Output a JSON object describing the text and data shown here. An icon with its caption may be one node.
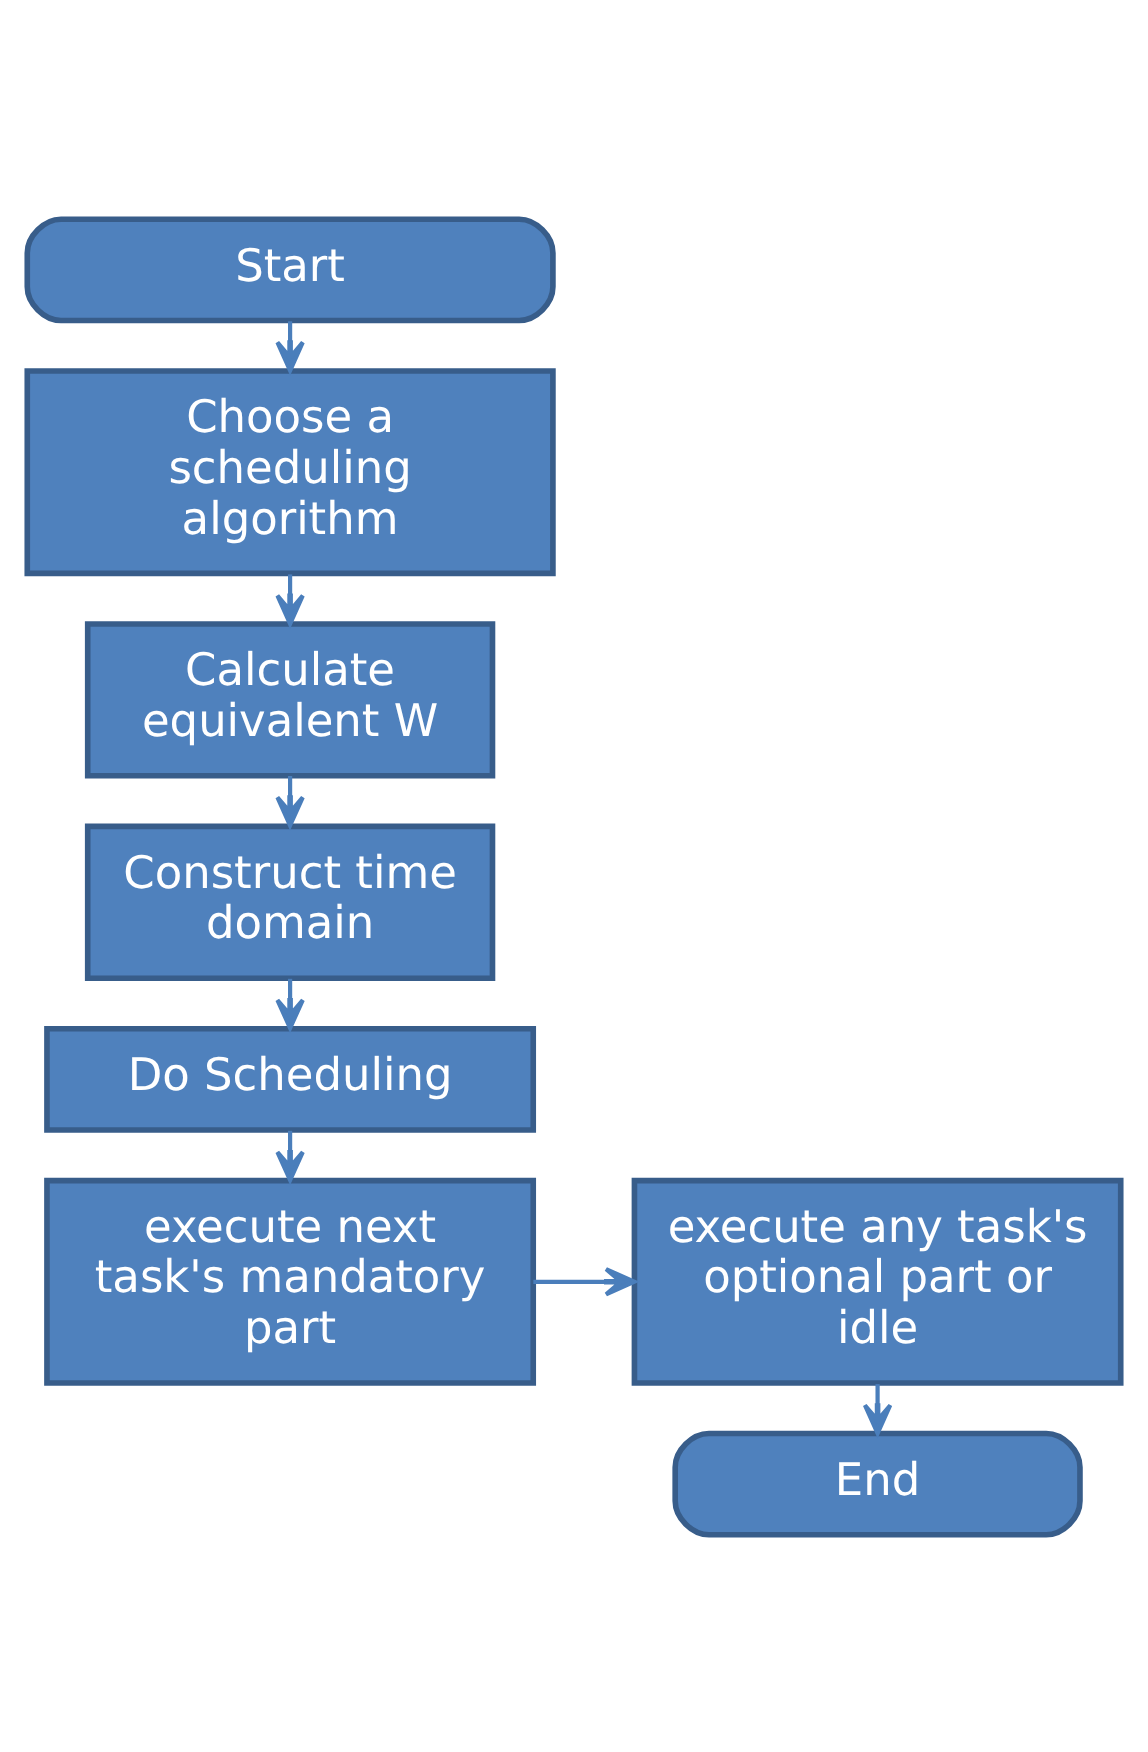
{
  "diagram": {
    "nodes": [
      {
        "text": [
          "Start"
        ]
      },
      {
        "text": [
          "Choose a scheduling algorithm"
        ]
      },
      {
        "text": [
          "Calculate equivalent W"
        ]
      },
      {
        "text": [
          "Construct time domain"
        ]
      },
      {
        "text": [
          "Do Scheduling"
        ]
      },
      {
        "text": [
          "execute next task's mandatory part"
        ]
      },
      {
        "text": [
          "execute any task's optional part or idle"
        ]
      },
      {
        "text": [
          "End"
        ]
      }
    ],
    "edges": [
      {
        "from": 0,
        "to": 1,
        "arrow": "to"
      },
      {
        "from": 1,
        "to": 2,
        "arrow": "to"
      },
      {
        "from": 2,
        "to": 3,
        "arrow": "to"
      },
      {
        "from": 3,
        "to": 4,
        "arrow": "to"
      },
      {
        "from": 4,
        "to": 5,
        "arrow": "to"
      },
      {
        "from": 5,
        "to": 6,
        "arrow": "to"
      },
      {
        "from": 6,
        "to": 7,
        "arrow": "to"
      }
    ]
  }
}
